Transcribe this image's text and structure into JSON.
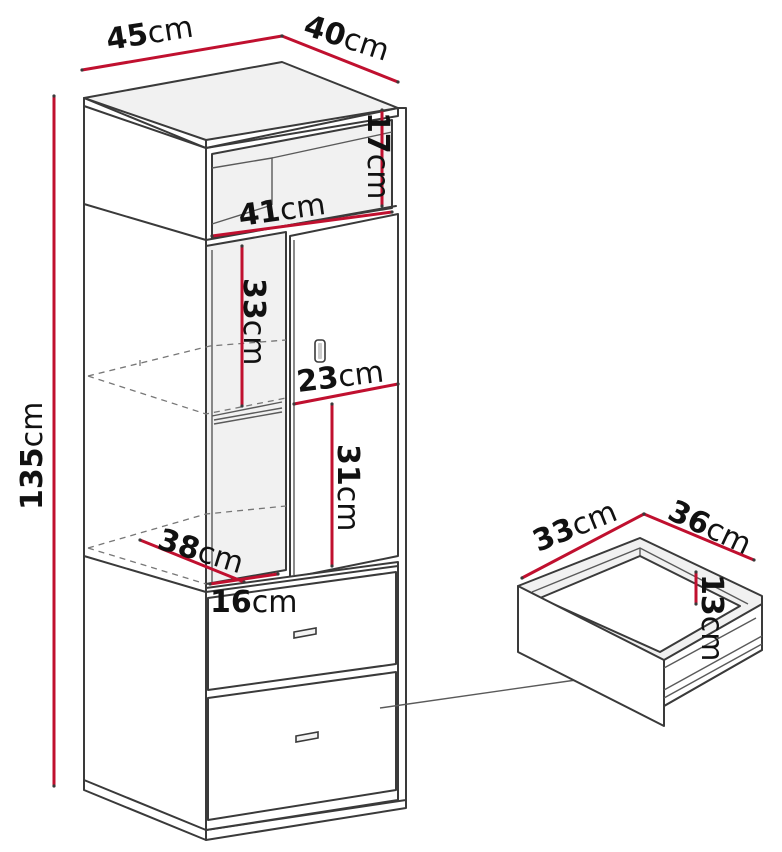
{
  "colors": {
    "dimension_line": "#c0102f",
    "outline": "#3a3a3a",
    "background": "#ffffff",
    "text": "#111111"
  },
  "dimensions": {
    "cabinet_width": {
      "value": "45",
      "unit": "cm"
    },
    "cabinet_depth": {
      "value": "40",
      "unit": "cm"
    },
    "cabinet_height": {
      "value": "135",
      "unit": "cm"
    },
    "top_niche_height": {
      "value": "17",
      "unit": "cm"
    },
    "inner_width": {
      "value": "41",
      "unit": "cm"
    },
    "upper_shelf_height": {
      "value": "33",
      "unit": "cm"
    },
    "door_width": {
      "value": "23",
      "unit": "cm"
    },
    "lower_shelf_height": {
      "value": "31",
      "unit": "cm"
    },
    "shelf_depth": {
      "value": "38",
      "unit": "cm"
    },
    "shelf_width": {
      "value": "16",
      "unit": "cm"
    },
    "drawer_width": {
      "value": "33",
      "unit": "cm"
    },
    "drawer_depth": {
      "value": "36",
      "unit": "cm"
    },
    "drawer_height": {
      "value": "13",
      "unit": "cm"
    }
  }
}
